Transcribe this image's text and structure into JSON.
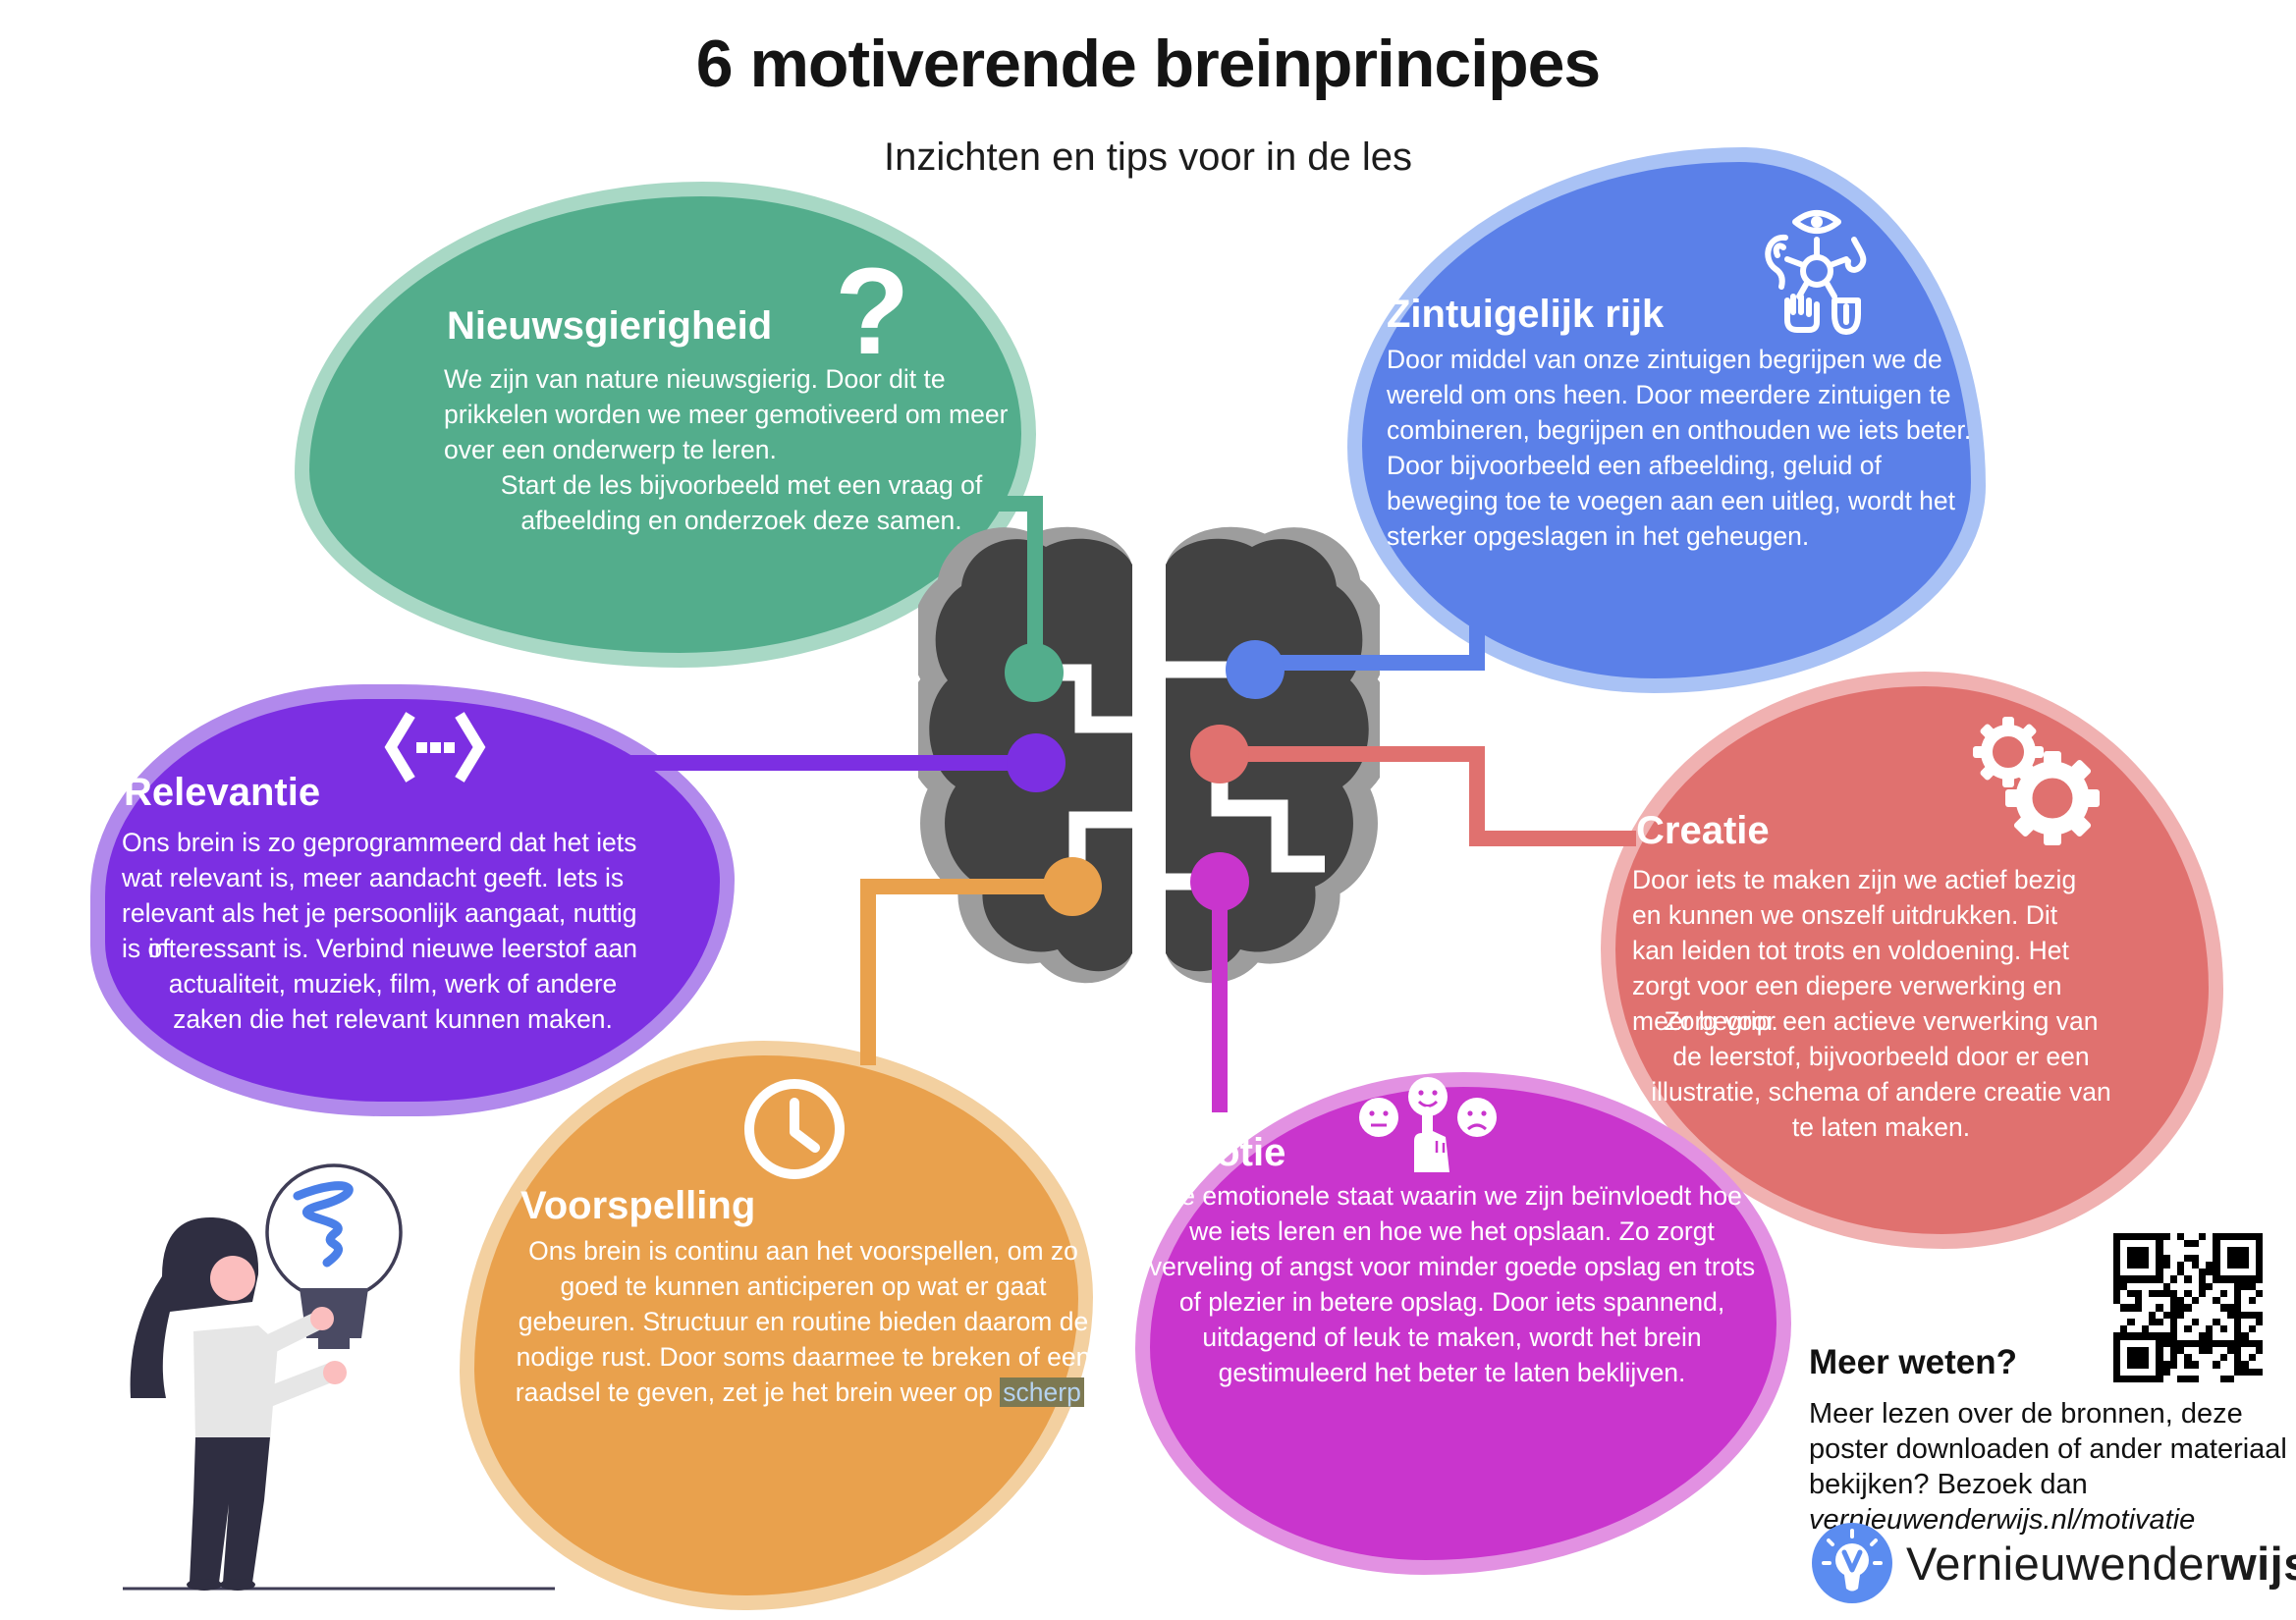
{
  "title": "6 motiverende breinprincipes",
  "subtitle": "Inzichten en tips voor in de les",
  "principles": [
    {
      "label": "Nieuwsgierigheid",
      "icon": "question-mark-icon",
      "icon_glyph": "?",
      "color": "#53ad8c",
      "halo": "#a8d8c5",
      "p1": "We zijn van nature nieuwsgierig. Door dit te prikkelen worden we meer gemotiveerd om meer over een onderwerp te leren.",
      "p2": "Start de les bijvoorbeeld met een vraag of afbeelding en onderzoek deze samen."
    },
    {
      "label": "Zintuigelijk rijk",
      "icon": "senses-icon",
      "color": "#5b80e8",
      "halo": "#a9c2f5",
      "p1": "Door middel van onze zintuigen begrijpen we de wereld om ons heen. Door meerdere zintuigen te combineren, begrijpen en onthouden we iets beter. Door bijvoorbeeld een afbeelding, geluid of beweging toe te voegen aan een uitleg, wordt het sterker opgeslagen in het geheugen."
    },
    {
      "label": "Relevantie",
      "icon": "code-icon",
      "color": "#7c2fe2",
      "halo": "#b189ec",
      "p1": "Ons brein is zo geprogrammeerd dat het iets wat relevant is, meer aandacht geeft. Iets is relevant als het je persoonlijk aangaat, nuttig is of",
      "p2": "interessant is. Verbind nieuwe leerstof aan actualiteit, muziek, film, werk of andere zaken die het relevant kunnen maken."
    },
    {
      "label": "Creatie",
      "icon": "gears-icon",
      "color": "#e0716f",
      "halo": "#f0b1b1",
      "p1": "Door iets te maken zijn we actief bezig en kunnen we onszelf uitdrukken. Dit kan leiden tot trots en voldoening. Het zorgt voor een diepere verwerking en meer begrip.",
      "p2": "Zorg voor een actieve verwerking van de leerstof, bijvoorbeeld door er een illustratie, schema of andere creatie van te laten maken."
    },
    {
      "label": "Voorspelling",
      "icon": "clock-icon",
      "color": "#e9a14d",
      "halo": "#f3d0a0",
      "text_before": "Ons brein is continu aan het voorspellen, om zo goed te kunnen anticiperen op wat er gaat gebeuren. Structuur en routine bieden daarom de nodige rust. Door soms daarmee te breken of een raadsel te geven, zet je het brein weer op ",
      "highlight": "scherp",
      "text_after": ".",
      "highlight_bg": "#7d7952",
      "highlight_color": "#b5d2ef"
    },
    {
      "label": "Emotie",
      "icon": "emotions-icon",
      "color": "#c935cd",
      "halo": "#e291e2",
      "p1": "De emotionele staat waarin we zijn beïnvloedt hoe we iets leren en hoe we het opslaan. Zo zorgt verveling of angst voor minder goede opslag en trots of plezier in betere opslag. Door iets spannend, uitdagend of leuk te maken, wordt het brein gestimuleerd het beter te laten beklijven."
    }
  ],
  "brain": {
    "fill": "#424242",
    "outline": "#9d9d9d"
  },
  "footer": {
    "heading": "Meer weten?",
    "text": "Meer lezen over de bronnen, deze poster downloaden of ander materiaal bekijken? Bezoek dan ",
    "link": "vernieuwenderwijs.nl/motivatie"
  },
  "logo": {
    "name": "Vernieuwender",
    "bold": "wijs",
    "color": "#5b8cf0"
  }
}
